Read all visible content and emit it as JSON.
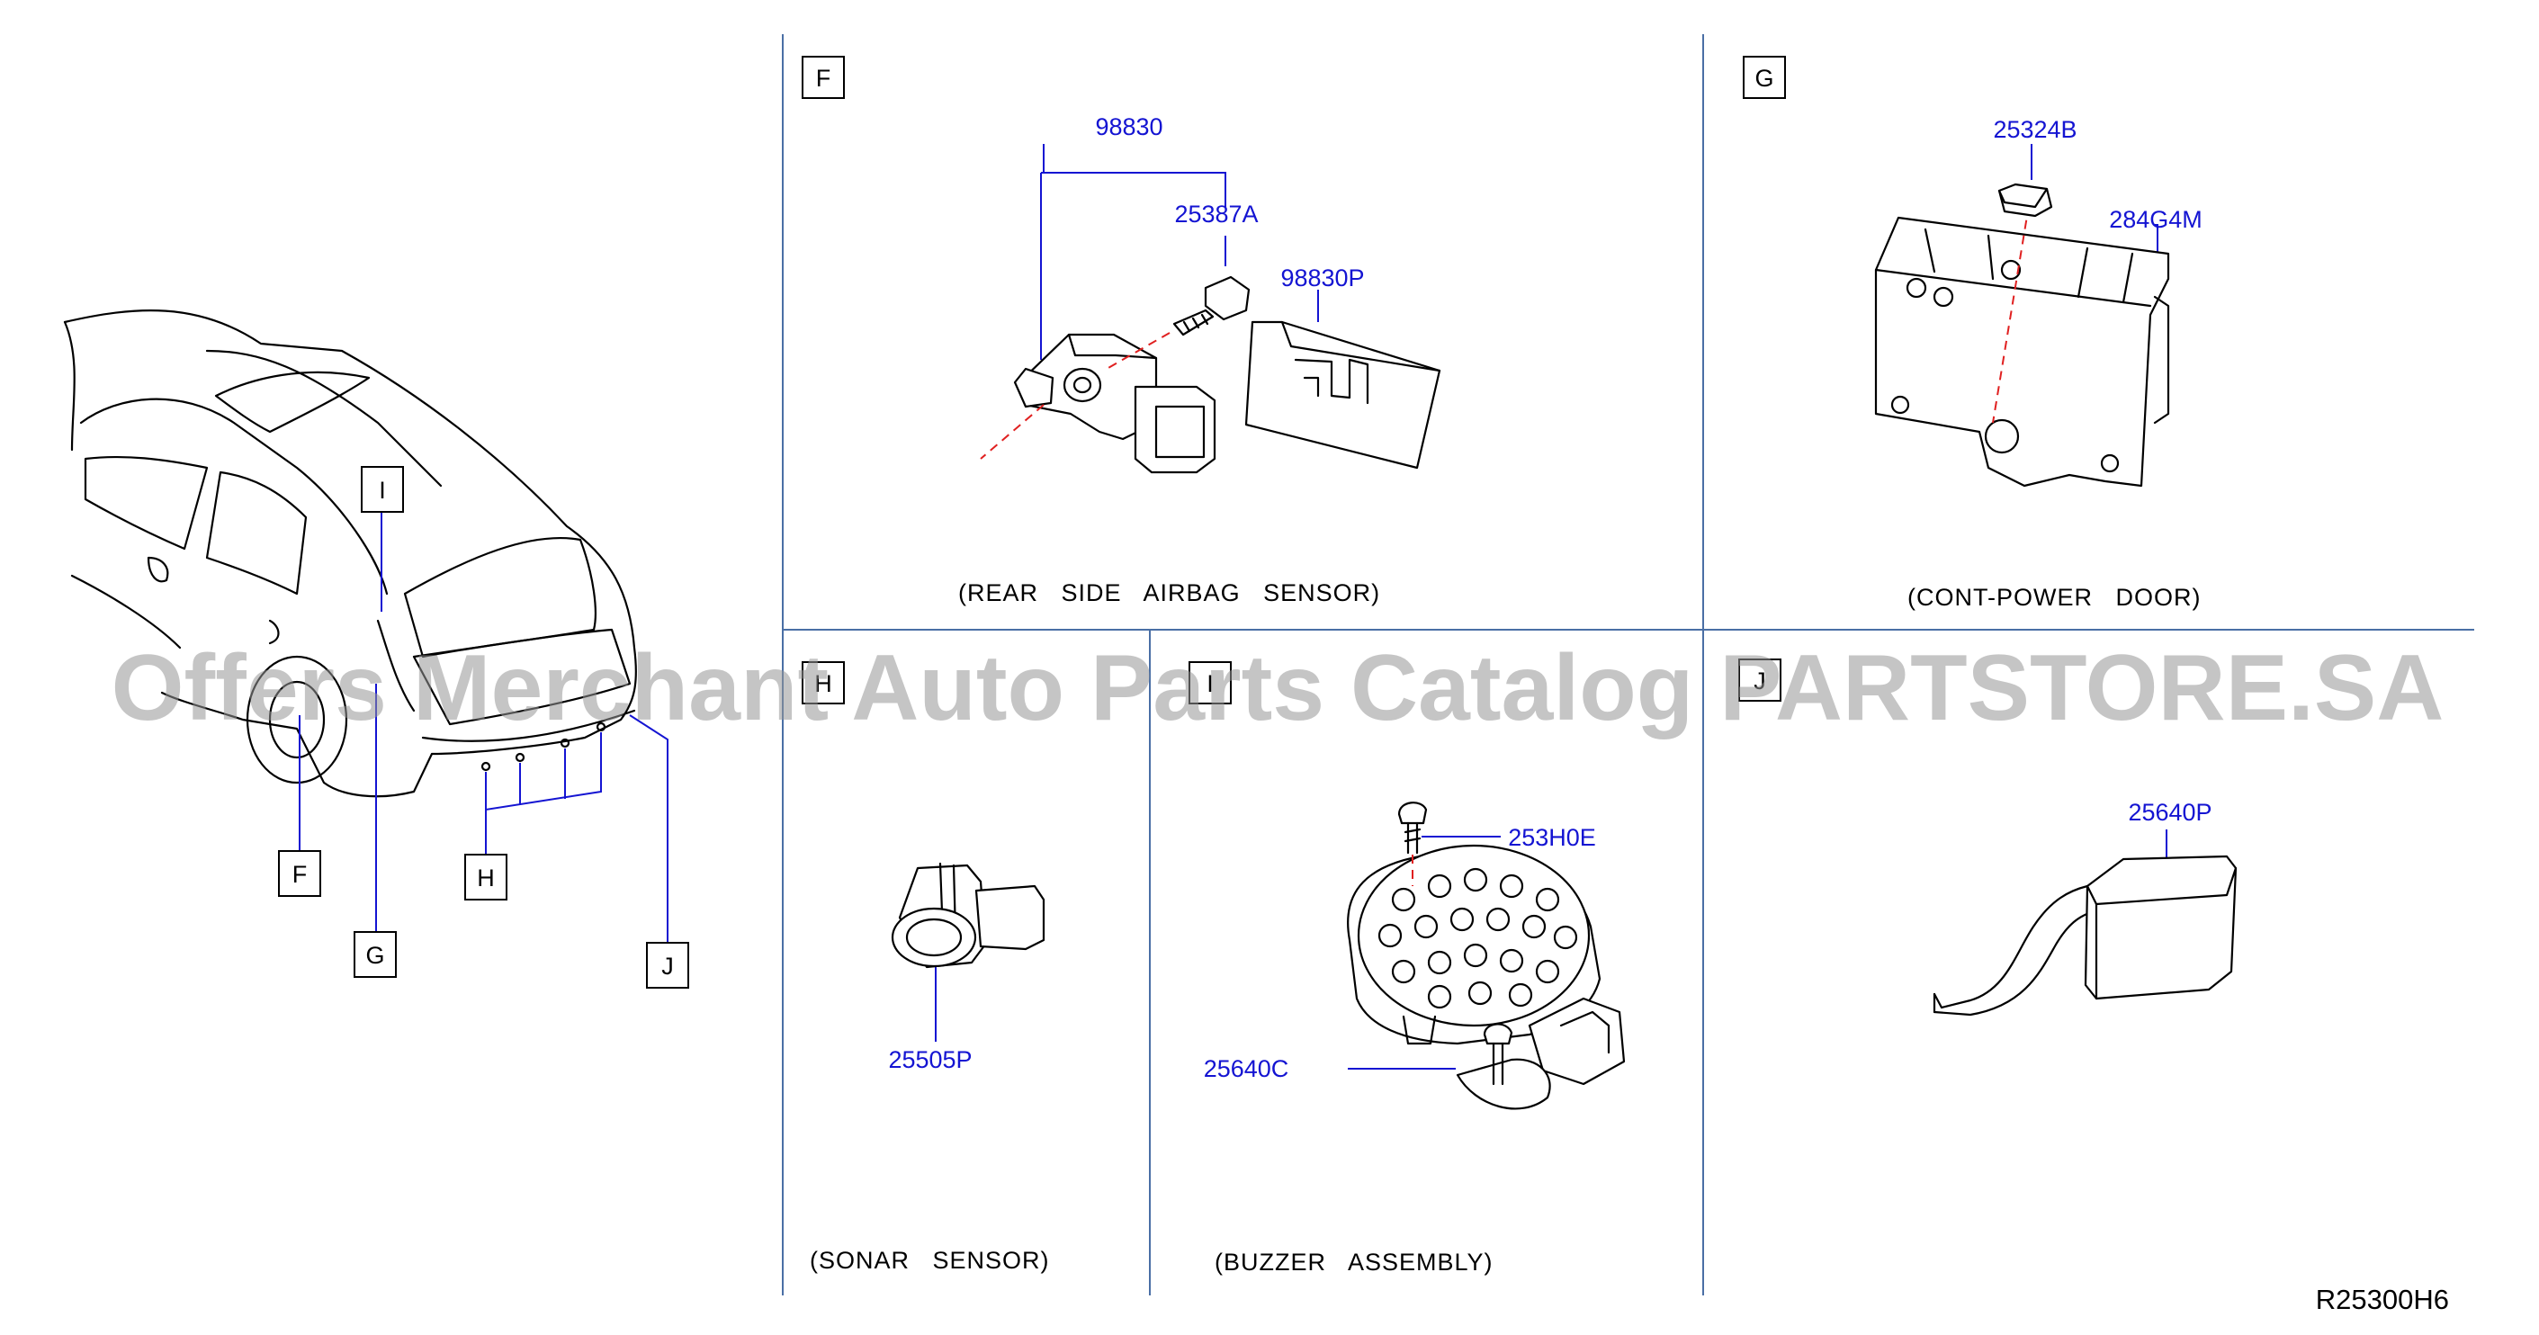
{
  "diagram_id": "R25300H6",
  "watermark": "Offers Merchant Auto Parts Catalog PARTSTORE.SA",
  "vehicle_callouts": [
    "I",
    "F",
    "G",
    "H",
    "J"
  ],
  "panels": {
    "F": {
      "label": "F",
      "caption": "(REAR   SIDE   AIRBAG   SENSOR)",
      "parts": [
        "98830",
        "25387A",
        "98830P"
      ]
    },
    "G": {
      "label": "G",
      "caption": "(CONT-POWER   DOOR)",
      "parts": [
        "25324B",
        "284G4M"
      ]
    },
    "H": {
      "label": "H",
      "caption": "(SONAR   SENSOR)",
      "parts": [
        "25505P"
      ]
    },
    "I": {
      "label": "I",
      "caption": "(BUZZER   ASSEMBLY)",
      "parts": [
        "253H0E",
        "25640C"
      ]
    },
    "J": {
      "label": "J",
      "caption": "",
      "parts": [
        "25640P"
      ]
    }
  }
}
